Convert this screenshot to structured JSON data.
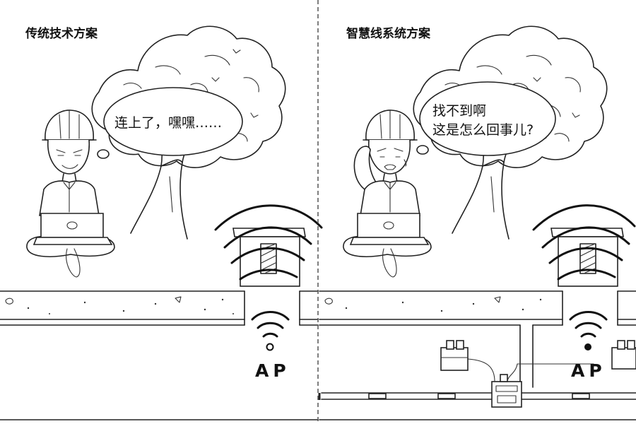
{
  "left_panel": {
    "title": "传统技术方案",
    "speech": "连上了，嘿嘿……",
    "ap_label": "AP"
  },
  "right_panel": {
    "title": "智慧线系统方案",
    "speech_line1": "找不到啊",
    "speech_line2": "这是怎么回事儿?",
    "ap_label": "AP"
  }
}
